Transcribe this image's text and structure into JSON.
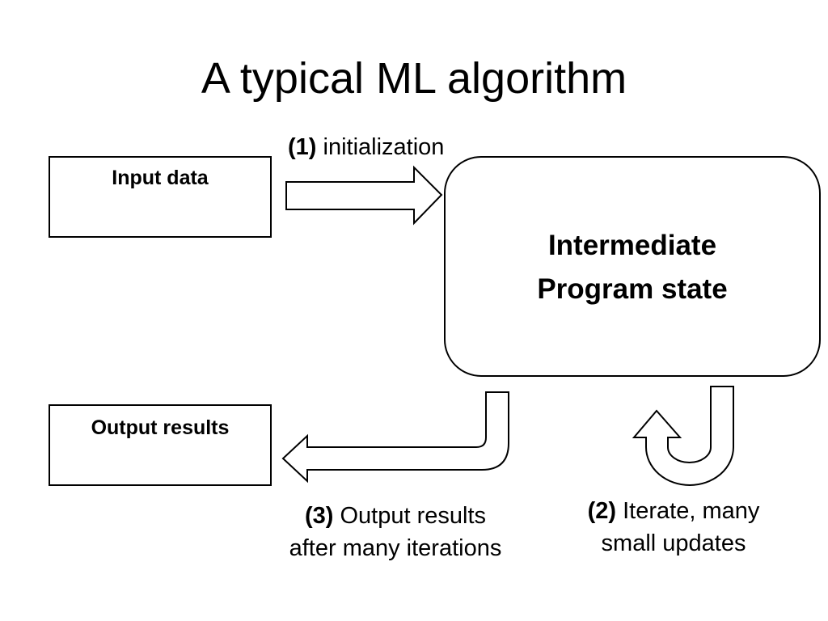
{
  "title": "A typical ML algorithm",
  "boxes": {
    "input": "Input data",
    "output": "Output results",
    "state_line1": "Intermediate",
    "state_line2": "Program state"
  },
  "steps": {
    "init": {
      "number": "(1)",
      "text": "initialization"
    },
    "iterate": {
      "number": "(2)",
      "text_line1": "Iterate, many",
      "text_line2": "small updates"
    },
    "output": {
      "number": "(3)",
      "text_line1": "Output results",
      "text_line2": "after many iterations"
    }
  },
  "colors": {
    "stroke": "#000000",
    "fill": "#ffffff"
  }
}
